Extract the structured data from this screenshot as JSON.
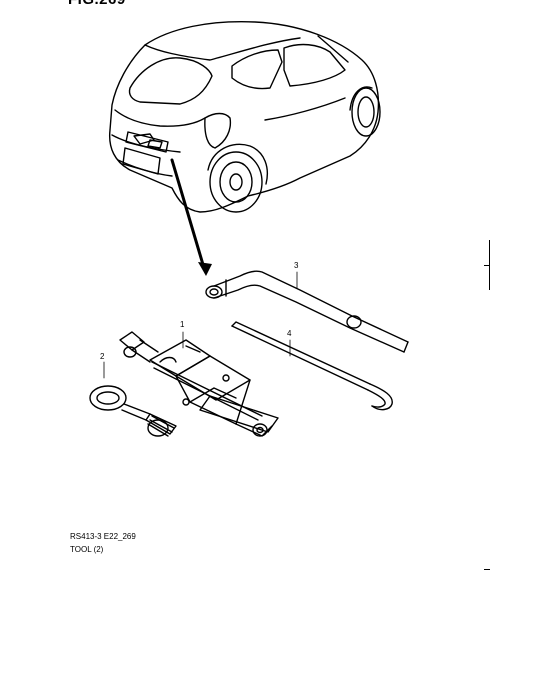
{
  "figure": {
    "title": "FIG.269",
    "reference_code": "RS413-3 E22_269",
    "part_group": "TOOL (2)"
  },
  "callouts": [
    {
      "number": "1",
      "part": "jack"
    },
    {
      "number": "2",
      "part": "tow-hook"
    },
    {
      "number": "3",
      "part": "wheel-brace"
    },
    {
      "number": "4",
      "part": "jack-handle"
    }
  ]
}
